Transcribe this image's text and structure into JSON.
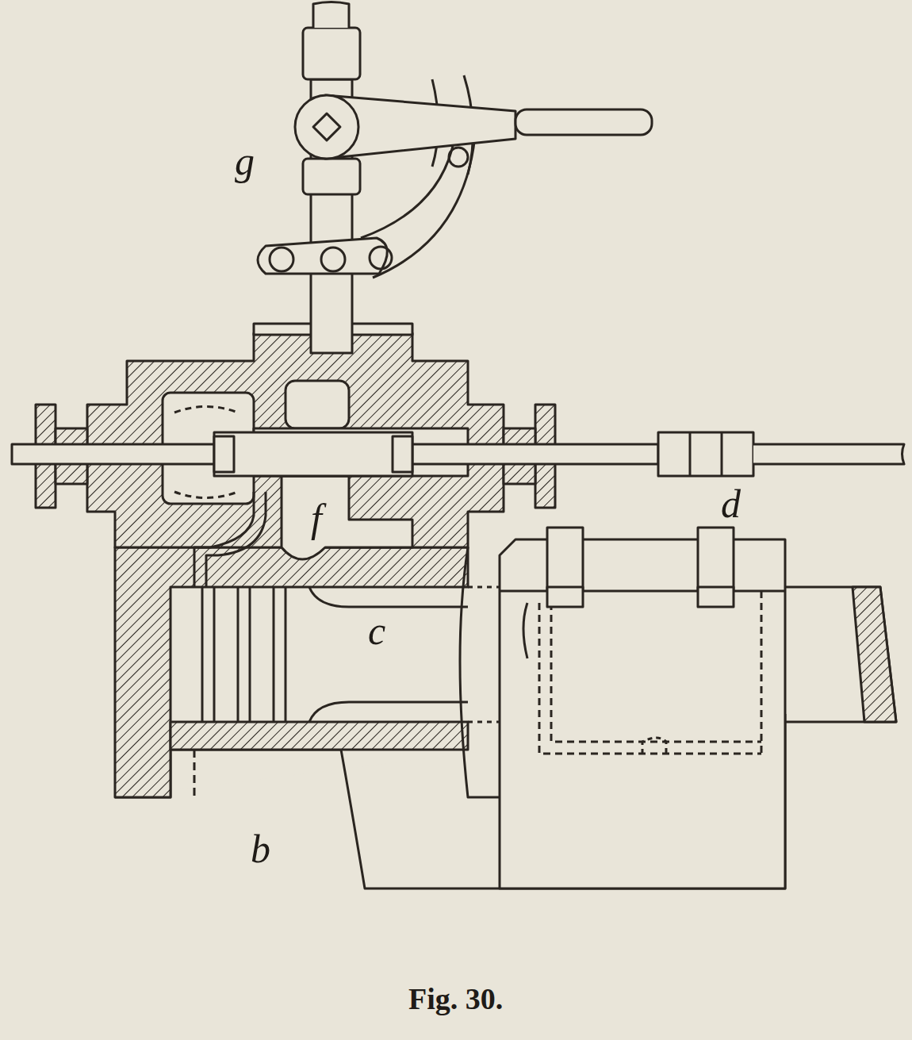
{
  "diagram": {
    "caption": "Fig. 30.",
    "labels": [
      "g",
      "d",
      "f",
      "c",
      "b"
    ]
  }
}
